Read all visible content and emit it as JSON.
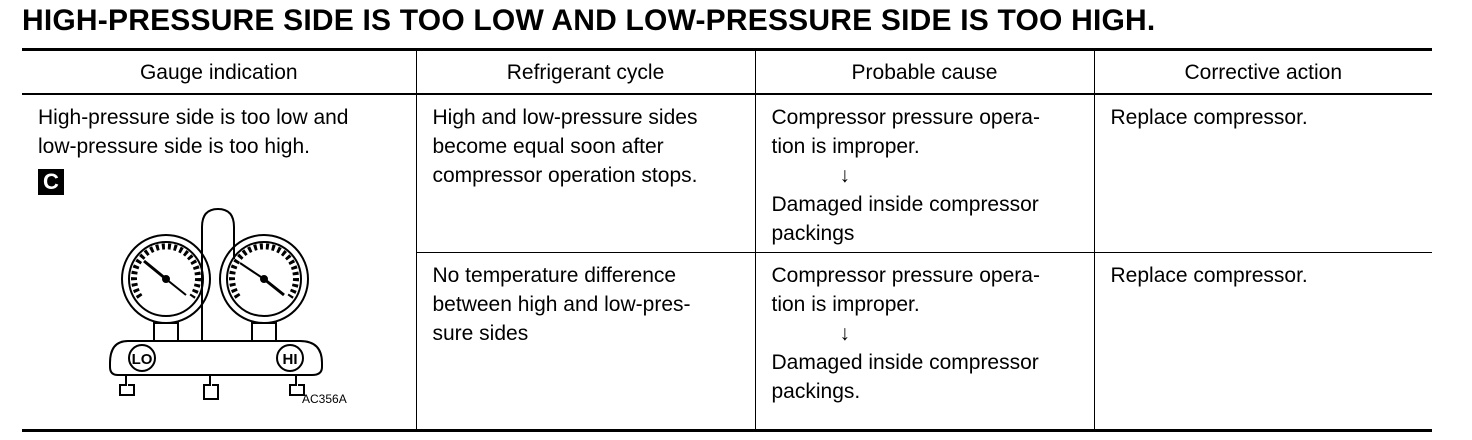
{
  "title": "HIGH-PRESSURE SIDE IS TOO LOW AND LOW-PRESSURE SIDE IS TOO HIGH.",
  "table": {
    "headers": [
      "Gauge indication",
      "Refrigerant cycle",
      "Probable cause",
      "Corrective action"
    ],
    "gauge_indication": {
      "lines": [
        "High-pressure side is too low and",
        "low-pressure side is too high."
      ],
      "mark": "C",
      "figure": {
        "lo_label": "LO",
        "hi_label": "HI",
        "code": "AC356A",
        "icon": "manifold-gauge-icon"
      }
    },
    "rows": [
      {
        "cycle": [
          "High and low-pressure sides",
          "become equal soon after",
          "compressor operation stops."
        ],
        "cause_top": [
          "Compressor pressure opera-",
          "tion is improper."
        ],
        "arrow": "↓",
        "cause_bottom": [
          "Damaged inside compressor",
          "packings"
        ],
        "action": "Replace compressor."
      },
      {
        "cycle": [
          "No temperature difference",
          "between high and low-pres-",
          "sure sides"
        ],
        "cause_top": [
          "Compressor pressure opera-",
          "tion is improper."
        ],
        "arrow": "↓",
        "cause_bottom": [
          "Damaged inside compressor",
          "packings."
        ],
        "action": "Replace compressor."
      }
    ]
  }
}
